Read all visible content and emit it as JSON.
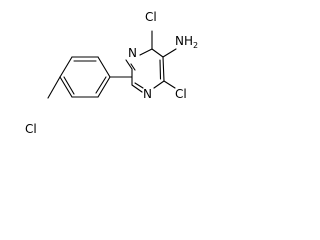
{
  "molecule": {
    "atoms": {
      "cl_top": "Cl",
      "n_top": "N",
      "nh2": "NH",
      "nh2_sub": "2",
      "n_bottom": "N",
      "cl_right": "Cl",
      "cl_left": "Cl"
    }
  },
  "colors": {
    "bond": "#000000",
    "label": "#000000",
    "background": "#ffffff"
  }
}
